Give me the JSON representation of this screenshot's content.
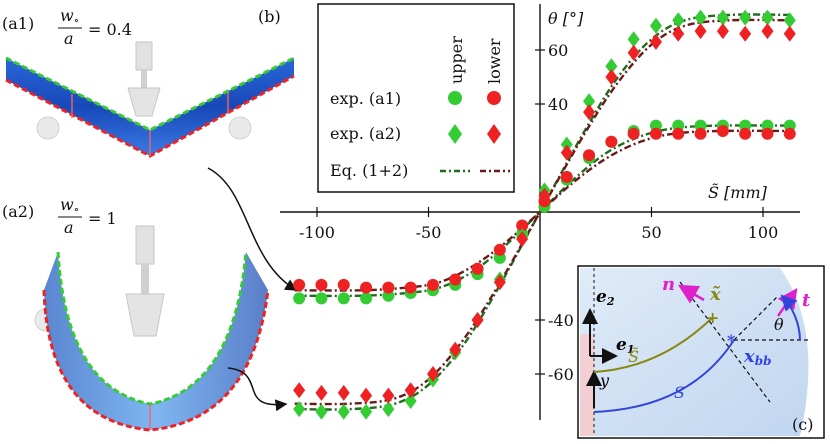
{
  "panels": {
    "a1": {
      "label": "(a1)",
      "ratio_var": "w",
      "ratio_sub": "∘",
      "ratio_den": "a",
      "ratio_value": "= 0.4"
    },
    "a2": {
      "label": "(a2)",
      "ratio_var": "w",
      "ratio_sub": "∘",
      "ratio_den": "a",
      "ratio_value": "= 1"
    },
    "b": {
      "label": "(b)"
    },
    "c": {
      "label": "(c)"
    }
  },
  "colors": {
    "upper": "#33cc33",
    "lower": "#ee2222",
    "model_upper": "#1f6b1f",
    "model_lower": "#6b1a1a",
    "blue": "#3344dd",
    "olive": "#888811",
    "magenta": "#dd22cc"
  },
  "legend": {
    "col_upper": "upper",
    "col_lower": "lower",
    "row1": "exp. (a1)",
    "row2": "exp. (a2)",
    "row3": "Eq. (1+2)"
  },
  "inset": {
    "e2": "e",
    "e2_sub": "2",
    "e1": "e",
    "e1_sub": "1",
    "n": "n",
    "x_tilde": "x̃",
    "t": "t",
    "theta": "θ",
    "S_tilde": "S̃",
    "x_bb": "x",
    "x_bb_sub": "bb",
    "y": "y",
    "S": "S"
  },
  "chart_data": {
    "type": "scatter",
    "xlabel": "S̃ [mm]",
    "ylabel": "θ [°]",
    "xlim": [
      -112,
      125
    ],
    "ylim": [
      -80,
      80
    ],
    "x_ticks": [
      -100,
      -50,
      50,
      100
    ],
    "y_ticks": [
      40,
      60,
      -40,
      -60
    ],
    "x_tick_labels": [
      "-100",
      "-50",
      "50",
      "100"
    ],
    "y_tick_labels": [
      "40",
      "60",
      "-40",
      "-60"
    ],
    "series": [
      {
        "name": "exp. (a1) upper",
        "marker": "circle",
        "color": "#33cc33",
        "x": [
          -108,
          -98,
          -88,
          -78,
          -68,
          -58,
          -48,
          -38,
          -28,
          -18,
          -8,
          2,
          12,
          22,
          32,
          42,
          52,
          62,
          72,
          82,
          92,
          102,
          112
        ],
        "y": [
          -32,
          -32,
          -32,
          -32,
          -31,
          -30,
          -29,
          -27,
          -23,
          -17,
          -8,
          2,
          12,
          20,
          26,
          30,
          32,
          32,
          32,
          32,
          32,
          32,
          32
        ]
      },
      {
        "name": "exp. (a1) lower",
        "marker": "circle",
        "color": "#ee2222",
        "x": [
          -108,
          -98,
          -88,
          -78,
          -68,
          -58,
          -48,
          -38,
          -28,
          -18,
          -8,
          2,
          12,
          22,
          32,
          42,
          52,
          62,
          72,
          82,
          92,
          102,
          112
        ],
        "y": [
          -27,
          -27,
          -27,
          -28,
          -28,
          -28,
          -27,
          -25,
          -21,
          -14,
          -5,
          4,
          13,
          21,
          26,
          29,
          29,
          29,
          29,
          30,
          29,
          29,
          29
        ]
      },
      {
        "name": "exp. (a2) upper",
        "marker": "diamond",
        "color": "#33cc33",
        "x": [
          -108,
          -98,
          -88,
          -78,
          -68,
          -58,
          -48,
          -38,
          -28,
          -18,
          -8,
          2,
          12,
          22,
          32,
          42,
          52,
          62,
          72,
          82,
          92,
          102,
          112
        ],
        "y": [
          -73,
          -74,
          -74,
          -74,
          -73,
          -70,
          -62,
          -52,
          -40,
          -25,
          -9,
          8,
          25,
          41,
          54,
          64,
          69,
          71,
          72,
          72,
          72,
          72,
          71
        ]
      },
      {
        "name": "exp. (a2) lower",
        "marker": "diamond",
        "color": "#ee2222",
        "x": [
          -108,
          -98,
          -88,
          -78,
          -68,
          -58,
          -48,
          -38,
          -28,
          -18,
          -8,
          2,
          12,
          22,
          32,
          42,
          52,
          62,
          72,
          82,
          92,
          102,
          112
        ],
        "y": [
          -66,
          -67,
          -67,
          -68,
          -68,
          -66,
          -60,
          -51,
          -40,
          -26,
          -10,
          6,
          22,
          37,
          50,
          59,
          63,
          66,
          67,
          67,
          66,
          67,
          66
        ]
      },
      {
        "name": "Eq. (1+2) upper (a1)",
        "marker": "dashed-line",
        "color": "#1f6b1f",
        "x": [
          -110,
          -80,
          -60,
          -45,
          -30,
          -15,
          0,
          15,
          30,
          45,
          60,
          80,
          112
        ],
        "y": [
          -31,
          -31,
          -30,
          -28,
          -22,
          -12,
          0,
          12,
          22,
          28,
          31,
          32,
          32
        ]
      },
      {
        "name": "Eq. (1+2) lower (a1)",
        "marker": "dashed-line",
        "color": "#6b1a1a",
        "x": [
          -110,
          -80,
          -60,
          -45,
          -30,
          -15,
          0,
          15,
          30,
          45,
          60,
          80,
          112
        ],
        "y": [
          -29,
          -29,
          -28,
          -26,
          -20,
          -11,
          0,
          11,
          20,
          26,
          29,
          30,
          30
        ]
      },
      {
        "name": "Eq. (1+2) upper (a2)",
        "marker": "dashed-line",
        "color": "#1f6b1f",
        "x": [
          -110,
          -85,
          -65,
          -50,
          -35,
          -20,
          0,
          20,
          35,
          50,
          65,
          85,
          112
        ],
        "y": [
          -73,
          -73,
          -71,
          -64,
          -50,
          -30,
          0,
          30,
          50,
          64,
          71,
          73,
          73
        ]
      },
      {
        "name": "Eq. (1+2) lower (a2)",
        "marker": "dashed-line",
        "color": "#6b1a1a",
        "x": [
          -110,
          -85,
          -65,
          -50,
          -35,
          -20,
          0,
          20,
          35,
          50,
          65,
          85,
          112
        ],
        "y": [
          -71,
          -71,
          -69,
          -62,
          -48,
          -29,
          0,
          29,
          48,
          62,
          69,
          71,
          71
        ]
      }
    ]
  }
}
